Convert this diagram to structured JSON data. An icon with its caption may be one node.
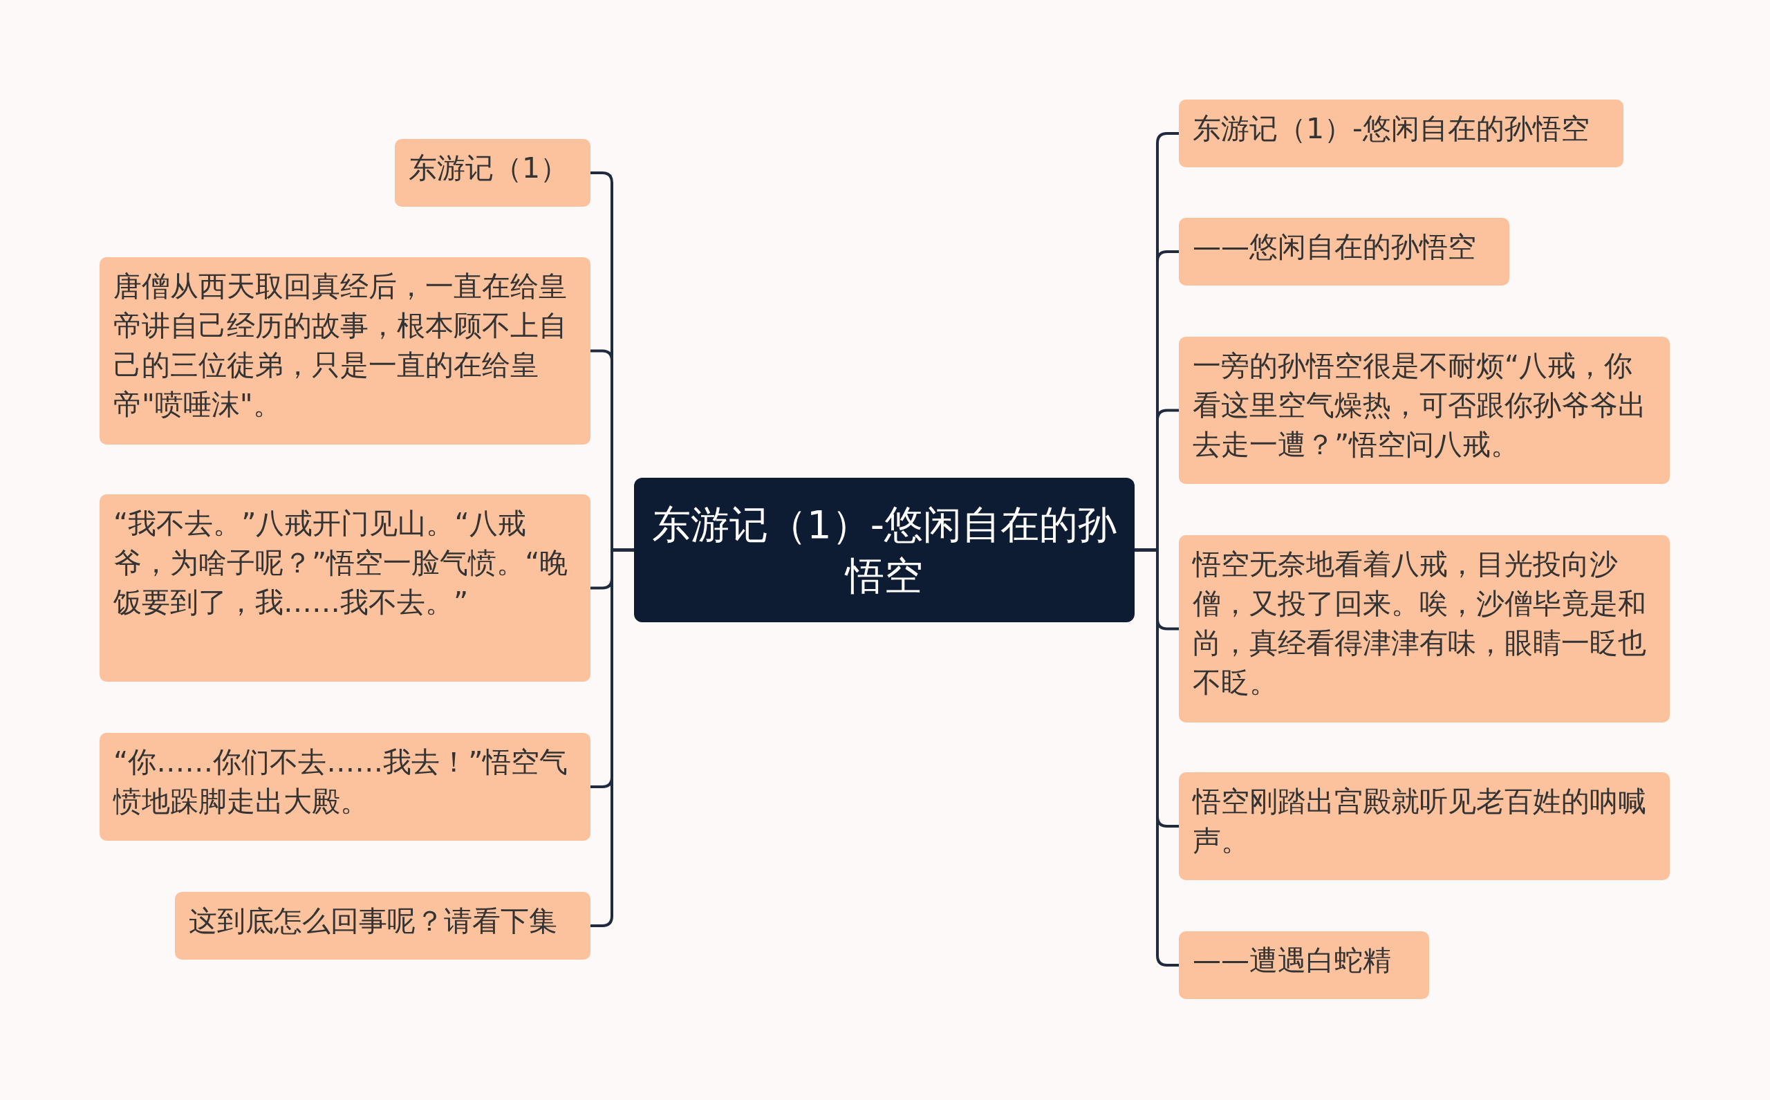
{
  "diagram": {
    "nodes": [
      {
        "text": [
          "东游记（1）-悠闲自在的孙悟空"
        ]
      },
      {
        "text": [
          "东游记（1）"
        ]
      },
      {
        "text": [
          "唐僧从西天取回真经后，一直在给皇帝讲自己经历的故事，根本顾不上自己的三位徒弟，只是一直的在给皇帝\"喷唾沫\"。"
        ]
      },
      {
        "text": [
          "“我不去。”八戒开门见山。“八戒爷，为啥子呢？”悟空一脸气愤。“晚饭要到了，我……我不去。”"
        ]
      },
      {
        "text": [
          "“你……你们不去……我去！”悟空气愤地跺脚走出大殿。"
        ]
      },
      {
        "text": [
          "这到底怎么回事呢？请看下集"
        ]
      },
      {
        "text": [
          "东游记（1）-悠闲自在的孙悟空"
        ]
      },
      {
        "text": [
          "——悠闲自在的孙悟空"
        ]
      },
      {
        "text": [
          "一旁的孙悟空很是不耐烦“八戒，你看这里空气燥热，可否跟你孙爷爷出去走一遭？”悟空问八戒。"
        ]
      },
      {
        "text": [
          "悟空无奈地看着八戒，目光投向沙僧，又投了回来。唉，沙僧毕竟是和尚，真经看得津津有味，眼睛一眨也不眨。"
        ]
      },
      {
        "text": [
          "悟空刚踏出宫殿就听见老百姓的呐喊声。"
        ]
      },
      {
        "text": [
          "——遭遇白蛇精"
        ]
      }
    ],
    "edges": [
      {
        "from": 0,
        "to": 1,
        "arrow": "none"
      },
      {
        "from": 0,
        "to": 2,
        "arrow": "none"
      },
      {
        "from": 0,
        "to": 3,
        "arrow": "none"
      },
      {
        "from": 0,
        "to": 4,
        "arrow": "none"
      },
      {
        "from": 0,
        "to": 5,
        "arrow": "none"
      },
      {
        "from": 0,
        "to": 6,
        "arrow": "none"
      },
      {
        "from": 0,
        "to": 7,
        "arrow": "none"
      },
      {
        "from": 0,
        "to": 8,
        "arrow": "none"
      },
      {
        "from": 0,
        "to": 9,
        "arrow": "none"
      },
      {
        "from": 0,
        "to": 10,
        "arrow": "none"
      },
      {
        "from": 0,
        "to": 11,
        "arrow": "none"
      }
    ]
  }
}
